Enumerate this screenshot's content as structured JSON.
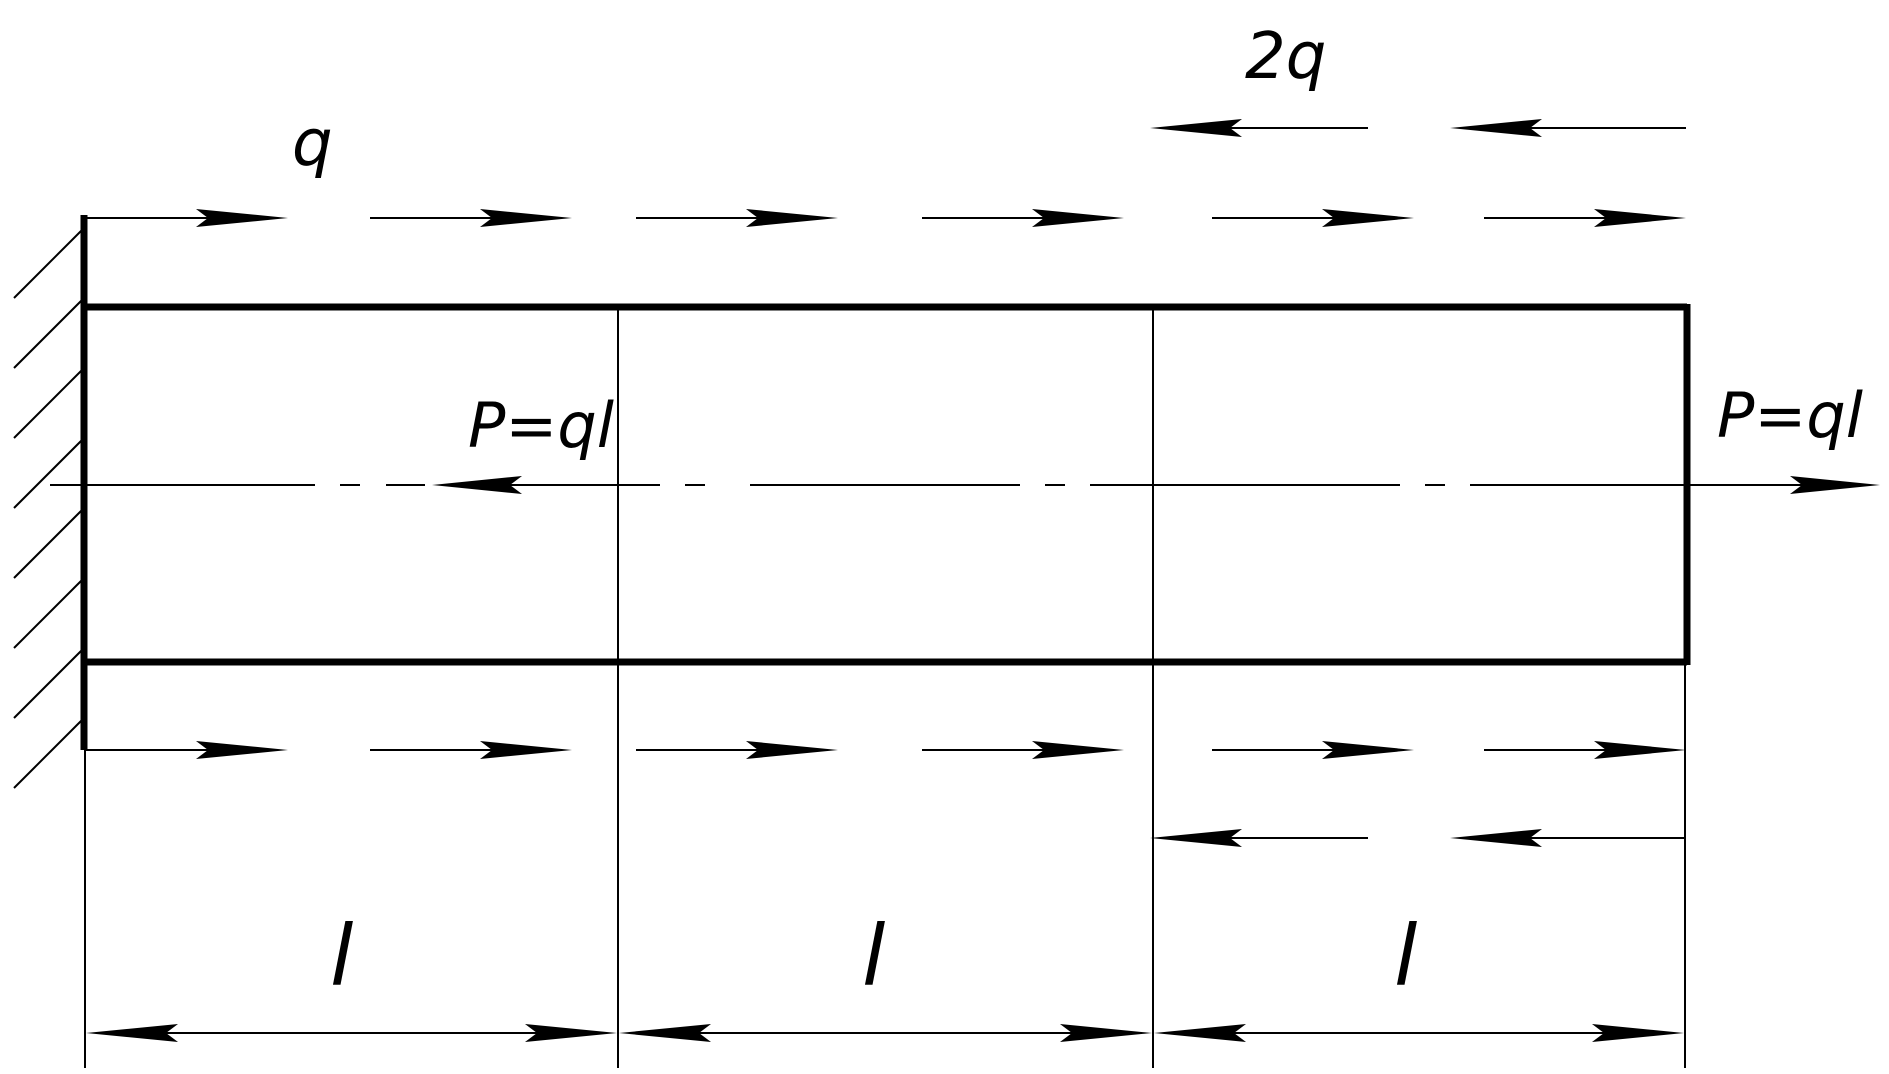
{
  "labels": {
    "distributed_load_q": "q",
    "distributed_load_2q": "2q",
    "force_middle": "P=ql",
    "force_end": "P=ql",
    "segment_1_length": "l",
    "segment_2_length": "l",
    "segment_3_length": "l"
  },
  "colors": {
    "line": "#000000",
    "background": "#ffffff"
  }
}
